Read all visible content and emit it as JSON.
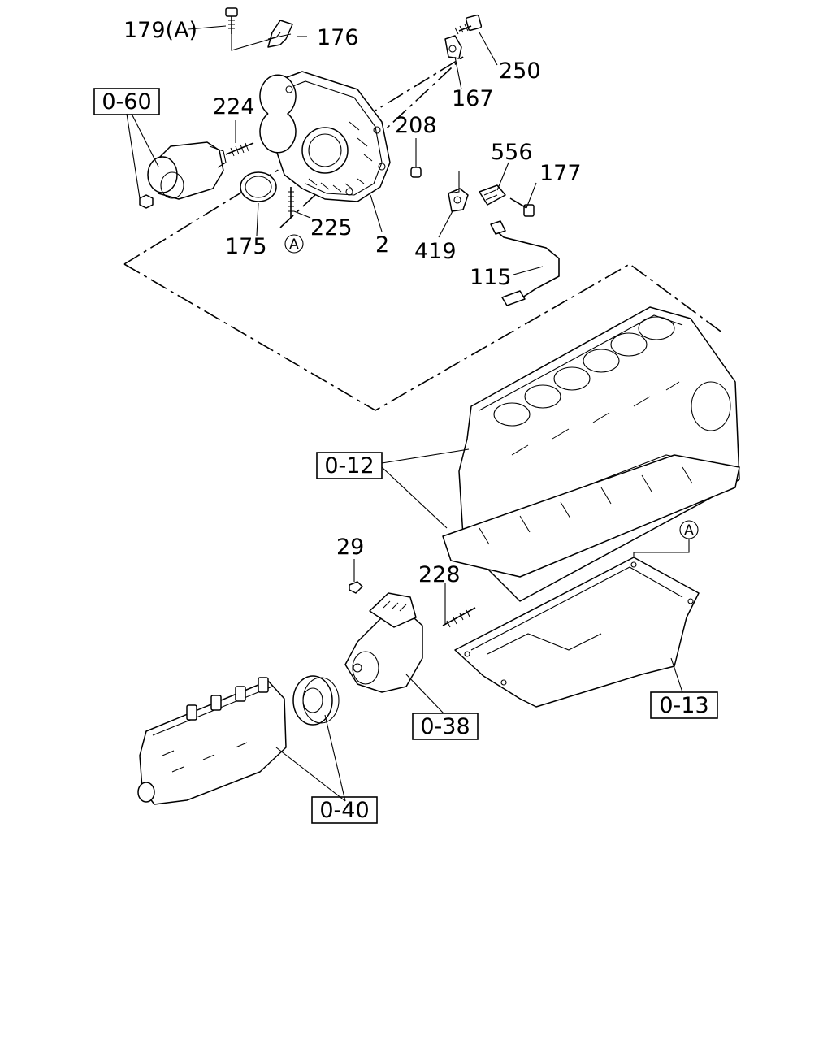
{
  "labels": {
    "p179a": "179(A)",
    "p176": "176",
    "p250": "250",
    "p167": "167",
    "p224": "224",
    "p208": "208",
    "p556": "556",
    "p177": "177",
    "p175": "175",
    "p225": "225",
    "p2": "2",
    "p419": "419",
    "p115": "115",
    "p29": "29",
    "p228": "228"
  },
  "refs": {
    "r060": "0-60",
    "r012": "0-12",
    "r013": "0-13",
    "r038": "0-38",
    "r040": "0-40"
  },
  "markers": {
    "a1": "A",
    "a2": "A"
  }
}
